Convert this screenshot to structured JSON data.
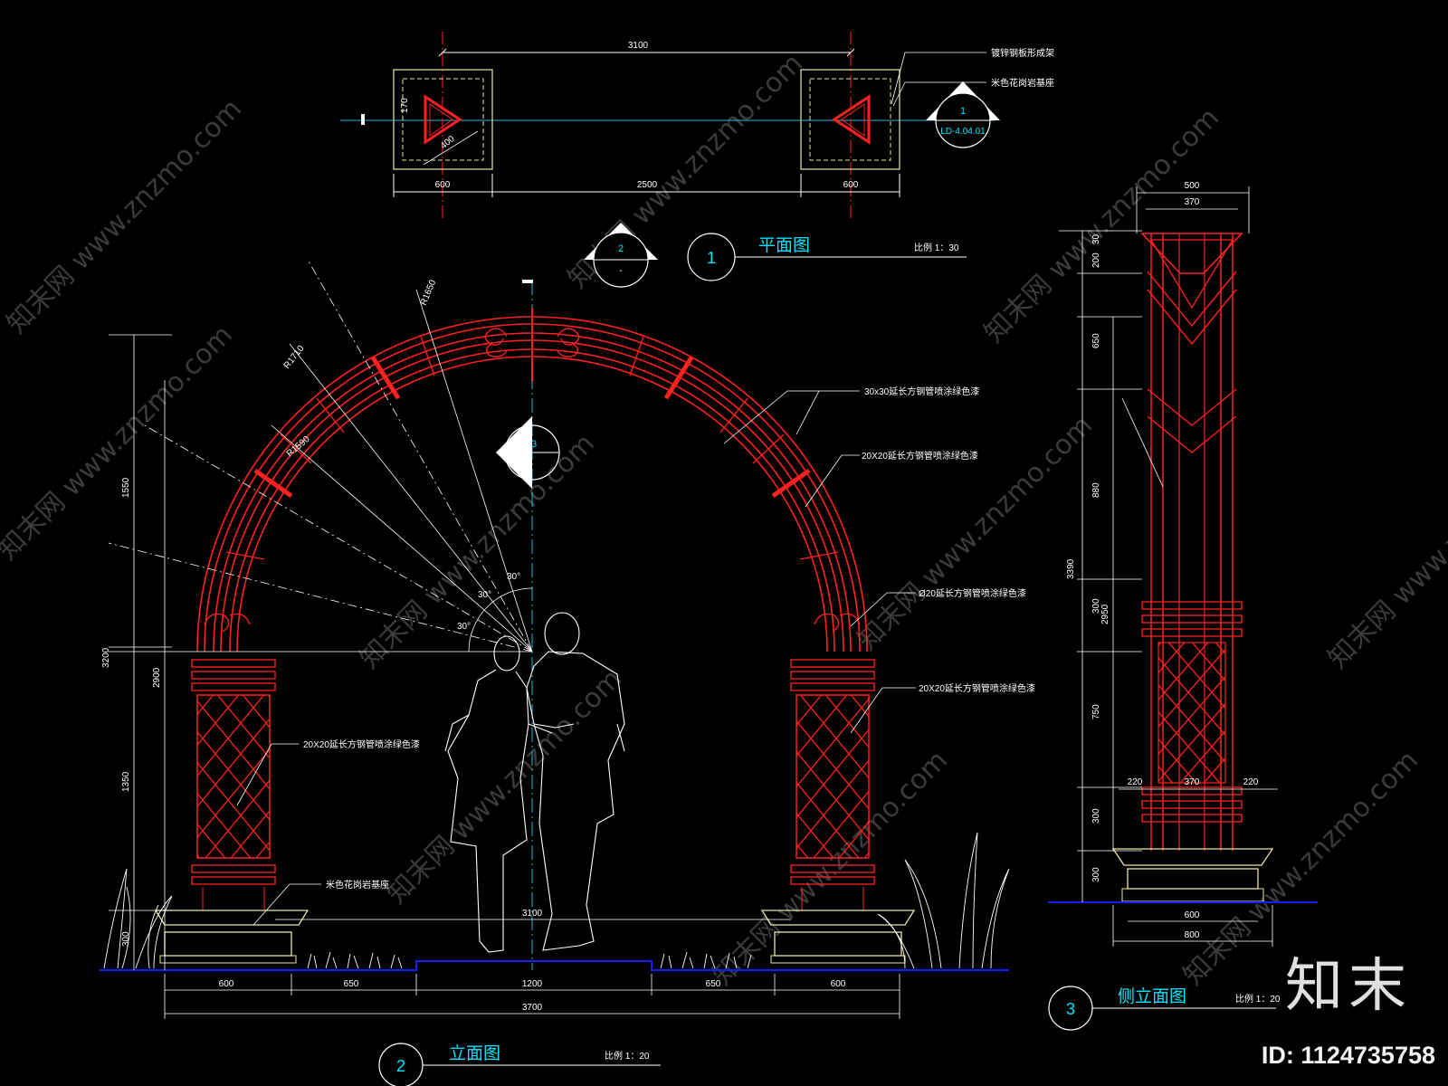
{
  "plan": {
    "dims_top": "3100",
    "dims_bottom": [
      "600",
      "2500",
      "600"
    ],
    "dim_side_a": "170",
    "dim_side_b": "400",
    "note_1": "镀锌钢板形成架",
    "note_2": "米色花岗岩基座",
    "callout_num": "1",
    "callout_ref": "LD-4.04.01",
    "title_num": "1",
    "title": "平面图",
    "scale": "比例 1：30"
  },
  "elevation": {
    "section_mark": "2",
    "section_mark_sub": "-",
    "radii": [
      "R1650",
      "R1710",
      "R1590"
    ],
    "angles": [
      "30°",
      "30°",
      "30°"
    ],
    "section3_num": "3",
    "dims_left": [
      "1550",
      "1350",
      "3200",
      "2900",
      "300"
    ],
    "dims_bottom": [
      "600",
      "650",
      "1200",
      "650",
      "600"
    ],
    "dim_total": "3700",
    "dim_inner": "3100",
    "labels": [
      "30x30延长方钢管喷涂绿色漆",
      "20X20延长方钢管喷涂绿色漆",
      "Ø20延长方钢管喷涂绿色漆",
      "20X20延长方钢管喷涂绿色漆",
      "20X20延长方钢管喷涂绿色漆",
      "米色花岗岩基座"
    ],
    "title_num": "2",
    "title": "立面图",
    "scale": "比例 1：20"
  },
  "side": {
    "dims_top": [
      "500",
      "370"
    ],
    "dims_left": [
      "200",
      "30",
      "650",
      "880",
      "300",
      "750",
      "300",
      "300"
    ],
    "dim_total": "3390",
    "dim_inner": "2950",
    "dims_mid": [
      "220",
      "370",
      "220"
    ],
    "dims_bottom": [
      "600",
      "800"
    ],
    "title_num": "3",
    "title": "侧立面图",
    "scale": "比例 1：20"
  },
  "watermark": {
    "text": "知末网 www.znzmo.com",
    "brand": "知末",
    "id": "ID: 1124735758"
  },
  "colors": {
    "background": "#000000",
    "structure": "#ff2020",
    "dimension": "#ffffff",
    "ground": "#1020ff",
    "title": "#00e5ff"
  }
}
